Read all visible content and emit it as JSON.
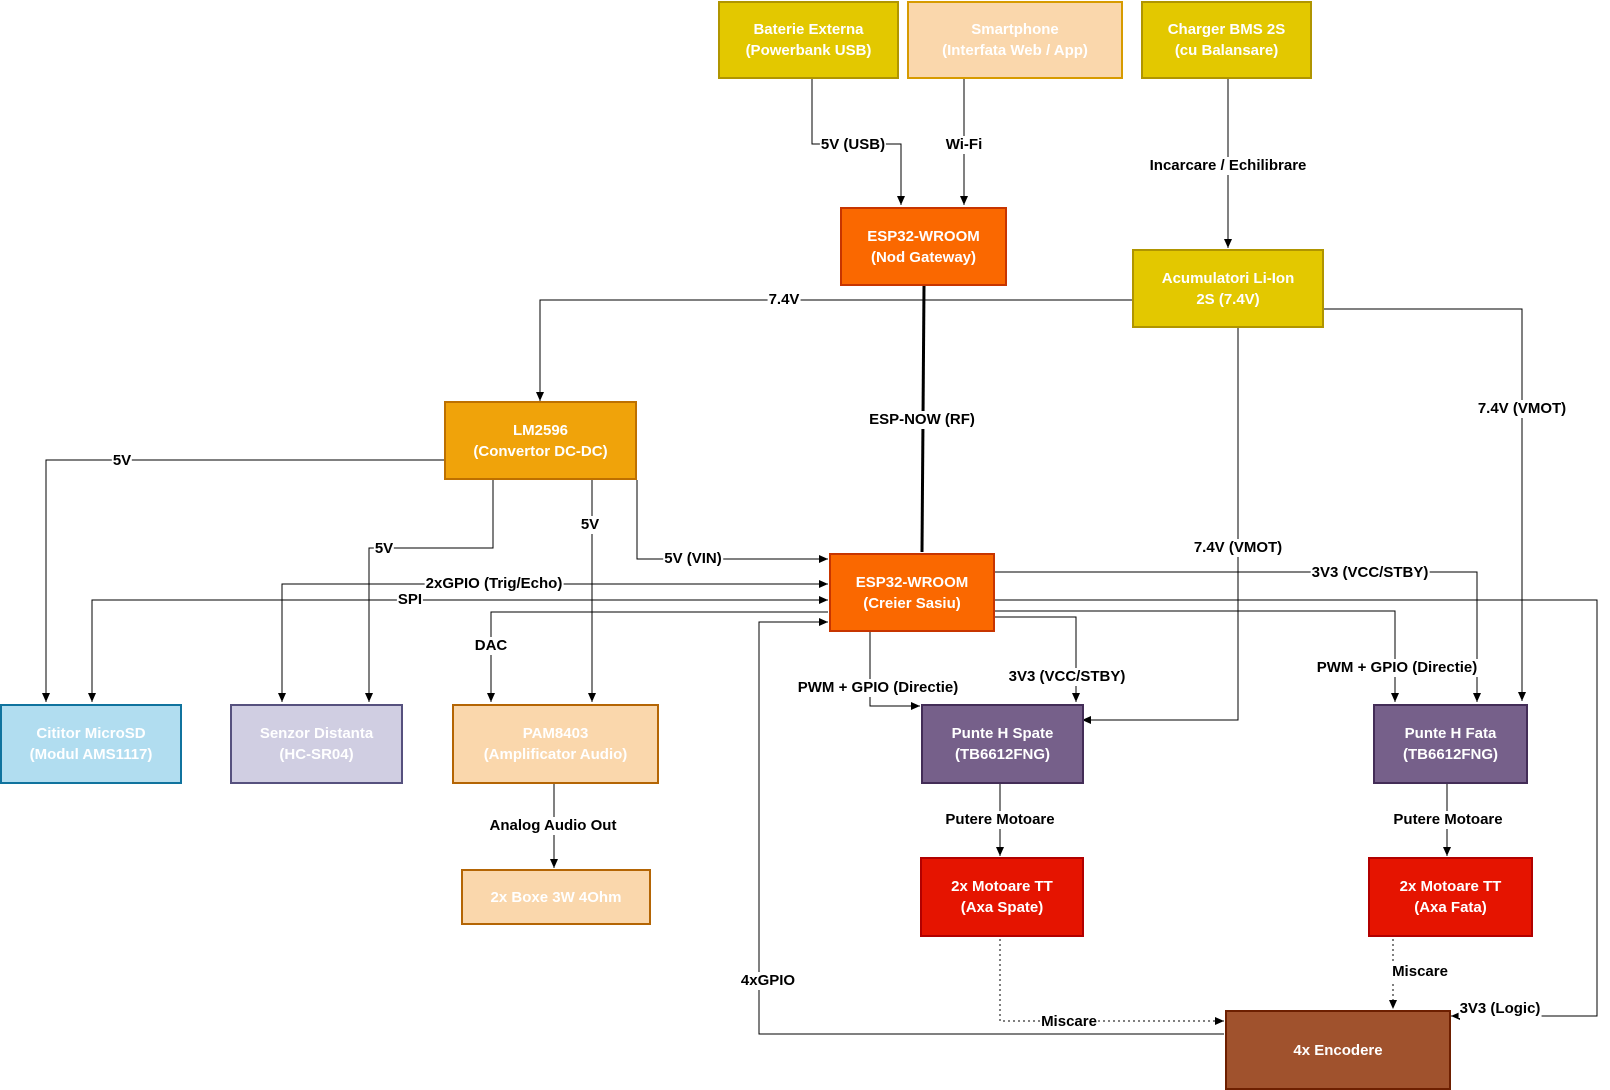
{
  "nodes": {
    "baterie": {
      "line1": "Baterie Externa",
      "line2": "(Powerbank USB)",
      "fill": "#e3c800",
      "stroke": "#b09500",
      "text": "#ffffff"
    },
    "smartphone": {
      "line1": "Smartphone",
      "line2": "(Interfata Web / App)",
      "fill": "#fad7ac",
      "stroke": "#d79b00",
      "text": "#ffffff"
    },
    "charger": {
      "line1": "Charger BMS 2S",
      "line2": "(cu Balansare)",
      "fill": "#e3c800",
      "stroke": "#b09500",
      "text": "#ffffff"
    },
    "esp_gateway": {
      "line1": "ESP32-WROOM",
      "line2": "(Nod Gateway)",
      "fill": "#fa6800",
      "stroke": "#c73500",
      "text": "#ffffff"
    },
    "acumulatori": {
      "line1": "Acumulatori Li-Ion",
      "line2": "2S (7.4V)",
      "fill": "#e3c800",
      "stroke": "#b09500",
      "text": "#ffffff"
    },
    "lm2596": {
      "line1": "LM2596",
      "line2": "(Convertor DC-DC)",
      "fill": "#f0a30a",
      "stroke": "#bd7000",
      "text": "#ffffff"
    },
    "esp_creier": {
      "line1": "ESP32-WROOM",
      "line2": "(Creier Sasiu)",
      "fill": "#fa6800",
      "stroke": "#c73500",
      "text": "#ffffff"
    },
    "microsd": {
      "line1": "Cititor MicroSD",
      "line2": "(Modul AMS1117)",
      "fill": "#b1ddf0",
      "stroke": "#10739e",
      "text": "#ffffff"
    },
    "senzor": {
      "line1": "Senzor Distanta",
      "line2": "(HC-SR04)",
      "fill": "#d0cee2",
      "stroke": "#56517e",
      "text": "#ffffff"
    },
    "pam": {
      "line1": "PAM8403",
      "line2": "(Amplificator Audio)",
      "fill": "#fad7ac",
      "stroke": "#b46504",
      "text": "#ffffff"
    },
    "boxe": {
      "line1": "2x Boxe 3W 4Ohm",
      "line2": "",
      "fill": "#fad7ac",
      "stroke": "#b46504",
      "text": "#ffffff"
    },
    "punte_spate": {
      "line1": "Punte H Spate",
      "line2": "(TB6612FNG)",
      "fill": "#76608a",
      "stroke": "#432d57",
      "text": "#ffffff"
    },
    "punte_fata": {
      "line1": "Punte H Fata",
      "line2": "(TB6612FNG)",
      "fill": "#76608a",
      "stroke": "#432d57",
      "text": "#ffffff"
    },
    "motoare_spate": {
      "line1": "2x Motoare TT",
      "line2": "(Axa Spate)",
      "fill": "#e51400",
      "stroke": "#b20000",
      "text": "#ffffff"
    },
    "motoare_fata": {
      "line1": "2x Motoare TT",
      "line2": "(Axa Fata)",
      "fill": "#e51400",
      "stroke": "#b20000",
      "text": "#ffffff"
    },
    "encodere": {
      "line1": "4x Encodere",
      "line2": "",
      "fill": "#a0522d",
      "stroke": "#6d1f00",
      "text": "#ffffff"
    }
  },
  "edge_labels": {
    "usb5v": "5V (USB)",
    "wifi": "Wi-Fi",
    "incarcare": "Incarcare / Echilibrare",
    "v74": "7.4V",
    "espnow": "ESP-NOW (RF)",
    "vmot_fata": "7.4V (VMOT)",
    "vmot_spate": "7.4V (VMOT)",
    "lm_sd": "5V",
    "lm_senzor": "5V",
    "lm_pam": "5V",
    "vin": "5V (VIN)",
    "trig": "2xGPIO (Trig/Echo)",
    "spi": "SPI",
    "dac": "DAC",
    "pwm_spate": "PWM + GPIO (Directie)",
    "v33_spate": "3V3 (VCC/STBY)",
    "v33_fata": "3V3 (VCC/STBY)",
    "pwm_fata": "PWM + GPIO (Directie)",
    "audio": "Analog Audio Out",
    "putere_spate": "Putere Motoare",
    "putere_fata": "Putere Motoare",
    "miscare_fata": "Miscare",
    "miscare_spate": "Miscare",
    "gpio4": "4xGPIO",
    "logic": "3V3 (Logic)"
  }
}
